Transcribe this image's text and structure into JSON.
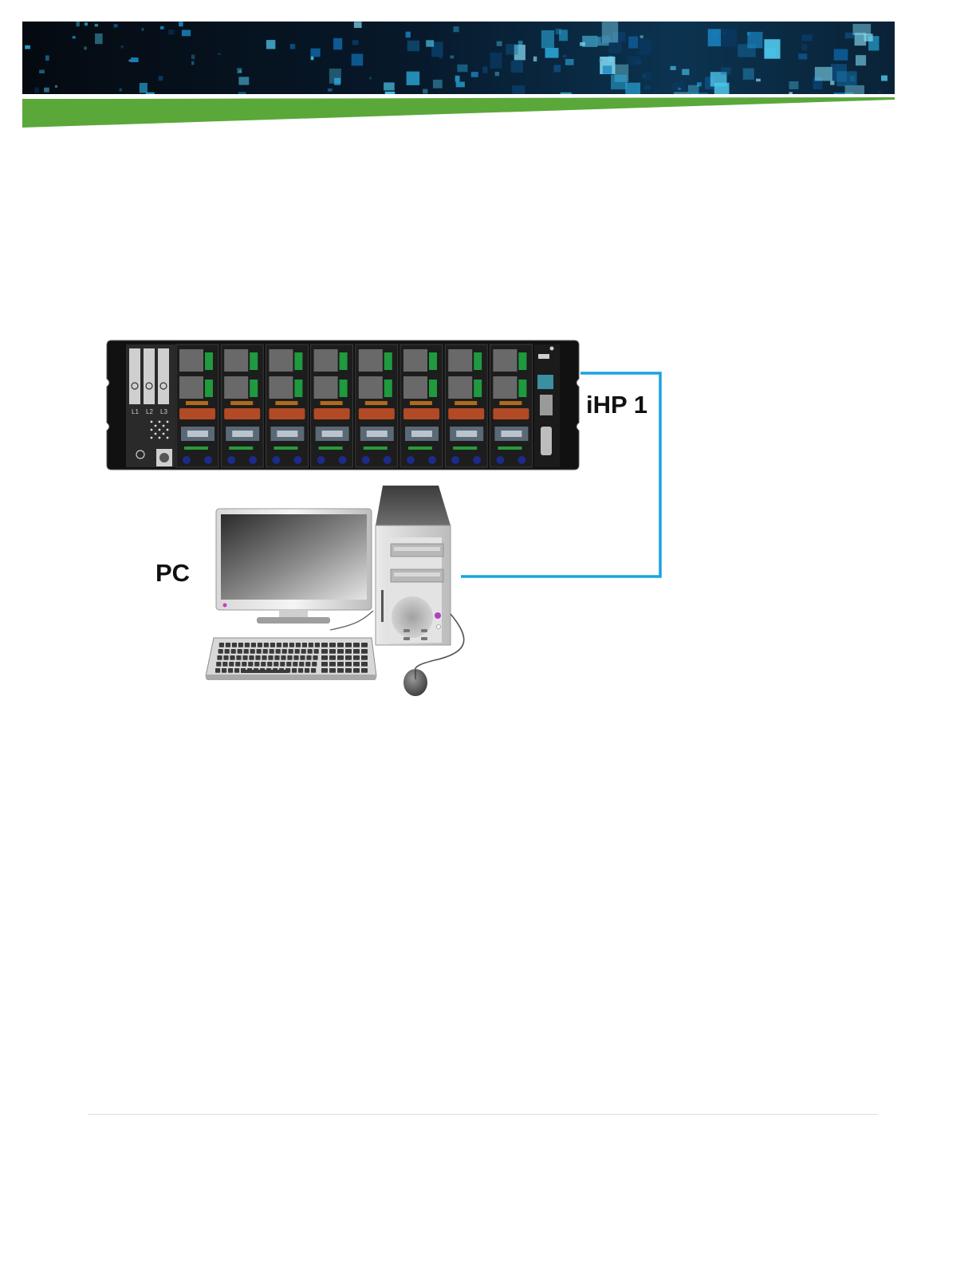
{
  "diagram": {
    "labels": {
      "power_shelf": "iHP 1",
      "computer": "PC"
    },
    "rack_panel_labels": [
      "L1",
      "L2",
      "L3"
    ]
  },
  "colors": {
    "connection_cable": "#1aa3e0",
    "header_green": "#5aa83a",
    "header_blue_dark": "#06131f"
  },
  "icons": [
    "power-shelf-icon",
    "desktop-pc-icon",
    "monitor-icon",
    "keyboard-icon",
    "mouse-icon",
    "tower-case-icon"
  ]
}
